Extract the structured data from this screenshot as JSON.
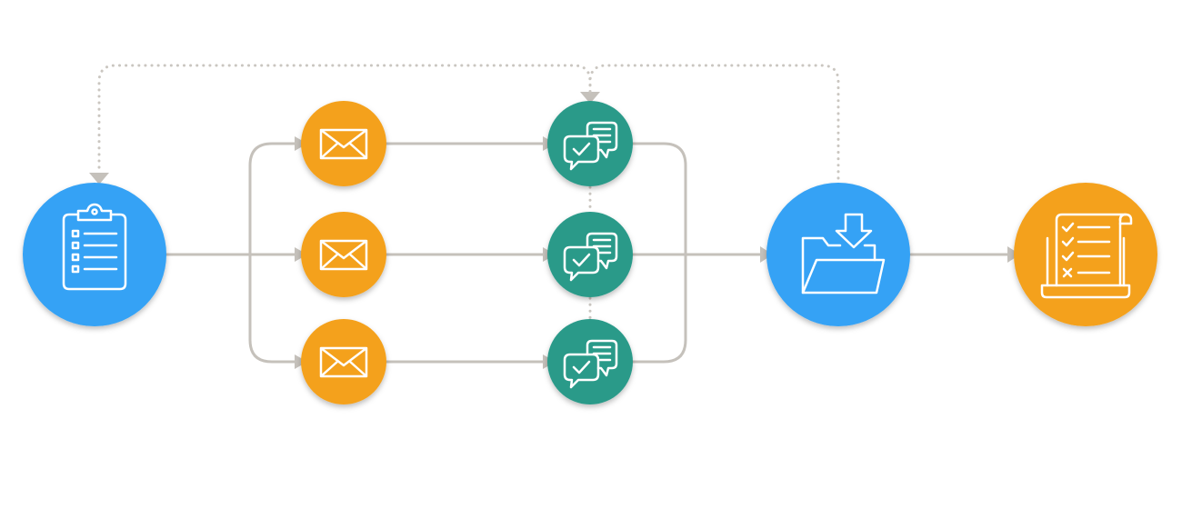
{
  "colors": {
    "blue": "#35a2f5",
    "orange": "#f4a11d",
    "teal": "#2a9a89",
    "connector": "#c5c1bb",
    "dotted": "#cac6c0",
    "icon_stroke": "#ffffff"
  },
  "nodes": [
    {
      "id": "start",
      "icon": "clipboard-icon",
      "color": "blue"
    },
    {
      "id": "mail-1",
      "icon": "envelope-icon",
      "color": "orange"
    },
    {
      "id": "mail-2",
      "icon": "envelope-icon",
      "color": "orange"
    },
    {
      "id": "mail-3",
      "icon": "envelope-icon",
      "color": "orange"
    },
    {
      "id": "reply-1",
      "icon": "chat-check-icon",
      "color": "teal"
    },
    {
      "id": "reply-2",
      "icon": "chat-check-icon",
      "color": "teal"
    },
    {
      "id": "reply-3",
      "icon": "chat-check-icon",
      "color": "teal"
    },
    {
      "id": "collect",
      "icon": "folder-download-icon",
      "color": "blue"
    },
    {
      "id": "result",
      "icon": "checklist-laptop-icon",
      "color": "orange"
    }
  ],
  "edges": [
    {
      "from": "start",
      "to": "mail-1",
      "style": "solid"
    },
    {
      "from": "start",
      "to": "mail-2",
      "style": "solid"
    },
    {
      "from": "start",
      "to": "mail-3",
      "style": "solid"
    },
    {
      "from": "mail-1",
      "to": "reply-1",
      "style": "solid"
    },
    {
      "from": "mail-2",
      "to": "reply-2",
      "style": "solid"
    },
    {
      "from": "mail-3",
      "to": "reply-3",
      "style": "solid"
    },
    {
      "from": "reply-1",
      "to": "collect",
      "style": "solid"
    },
    {
      "from": "reply-2",
      "to": "collect",
      "style": "solid"
    },
    {
      "from": "reply-3",
      "to": "collect",
      "style": "solid"
    },
    {
      "from": "collect",
      "to": "result",
      "style": "solid"
    },
    {
      "from": "reply-1",
      "to": "start",
      "style": "dotted"
    },
    {
      "from": "collect",
      "to": "reply-1",
      "style": "dotted"
    },
    {
      "from": "reply-1",
      "to": "reply-2",
      "style": "dotted"
    },
    {
      "from": "reply-2",
      "to": "reply-3",
      "style": "dotted"
    }
  ]
}
